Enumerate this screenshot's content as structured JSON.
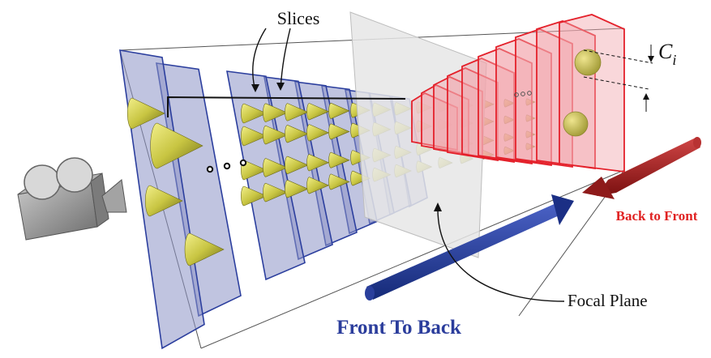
{
  "labels": {
    "slices": "Slices",
    "ci_main": "C",
    "ci_sub": "i",
    "back_to_front": "Back to Front",
    "front_to_back": "Front To Back",
    "focal_plane": "Focal Plane"
  },
  "colors": {
    "blue_slice_fill": "#8d93c6",
    "blue_slice_edge": "#2c3f9e",
    "red_slice_fill": "#f1a7ad",
    "red_slice_edge": "#e4212b",
    "focal_plane_fill": "#e8e8e8",
    "cone_fill": "#c8c542",
    "blue_arrow": "#1f3690",
    "red_arrow": "#a01d1d",
    "label_red": "#e02222",
    "label_blue": "#2b3d9c",
    "camera": "#9a9a9a"
  },
  "icons": {
    "camera": "movie-camera-icon"
  }
}
